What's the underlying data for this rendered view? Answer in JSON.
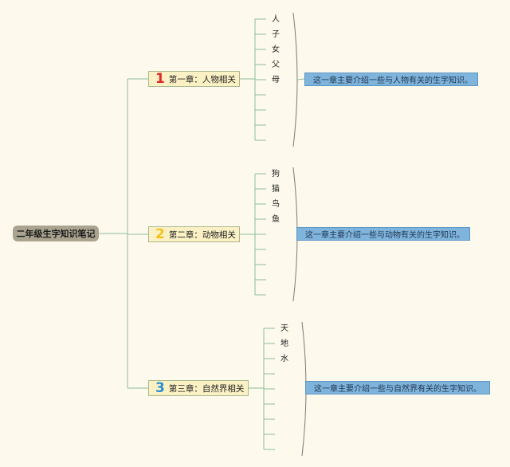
{
  "root": {
    "label": "二年级生字知识笔记"
  },
  "chapters": [
    {
      "number": "1",
      "number_color": "#e02a2a",
      "title": "第一章：人物相关",
      "characters": [
        "人",
        "子",
        "女",
        "父",
        "母"
      ],
      "note": "这一章主要介绍一些与人物有关的生字知识。"
    },
    {
      "number": "2",
      "number_color": "#f2c31a",
      "title": "第二章：动物相关",
      "characters": [
        "狗",
        "猫",
        "鸟",
        "鱼"
      ],
      "note": "这一章主要介绍一些与动物有关的生字知识。"
    },
    {
      "number": "3",
      "number_color": "#2a8fd0",
      "title": "第三章：自然界相关",
      "characters": [
        "天",
        "地",
        "水"
      ],
      "note": "这一章主要介绍一些与自然界有关的生字知识。"
    }
  ],
  "colors": {
    "line": "#8dbe9a",
    "bracket": "#7a7a7a",
    "root_bg": "#a9a38f",
    "chapter_bg": "#fbf1c4",
    "note_bg": "#7fb4dc"
  }
}
